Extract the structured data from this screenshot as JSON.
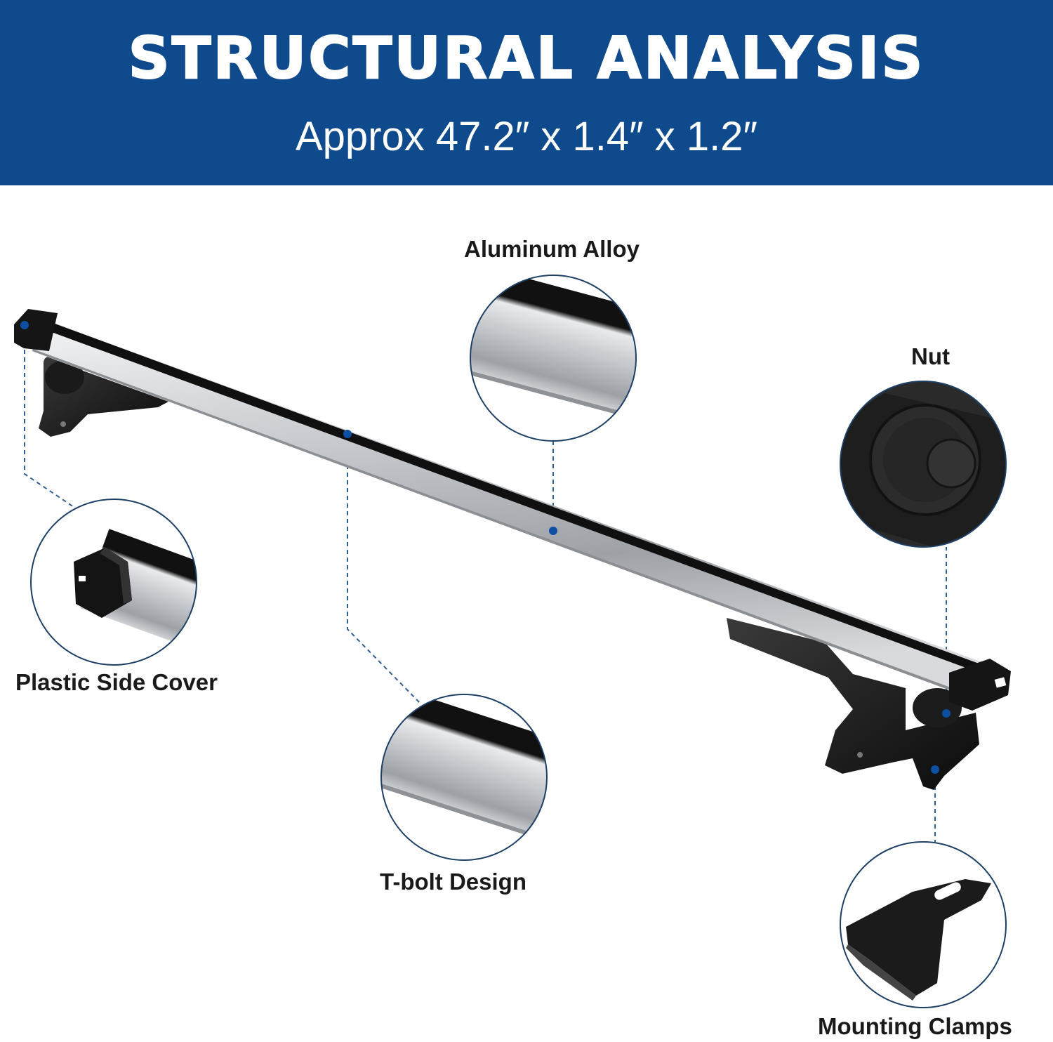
{
  "header": {
    "title": "STRUCTURAL ANALYSIS",
    "subtitle": "Approx 47.2″ x 1.4″ x 1.2″"
  },
  "callouts": {
    "aluminum": "Aluminum Alloy",
    "nut": "Nut",
    "side_cover": "Plastic Side Cover",
    "tbolt": "T-bolt Design",
    "clamps": "Mounting Clamps"
  },
  "colors": {
    "header_bg": "#0f4a8c",
    "accent_dot": "#0d4fa3",
    "circle_border": "#1d3f66"
  }
}
